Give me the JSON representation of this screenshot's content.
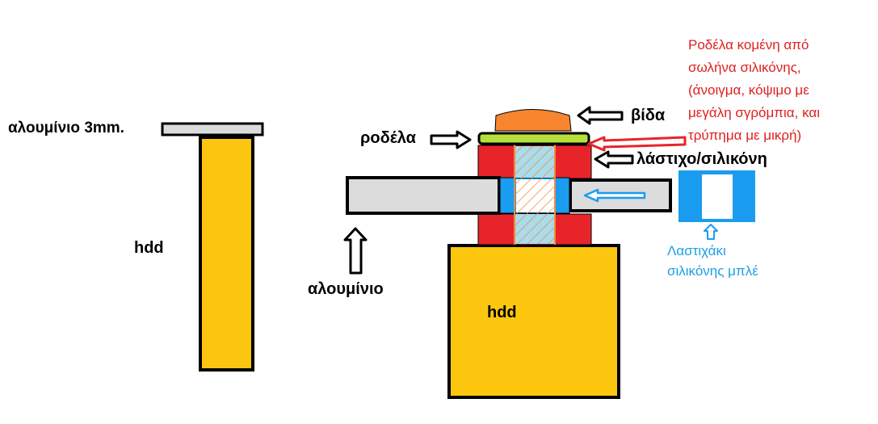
{
  "labels": {
    "aluminum_3mm": "αλουμίνιο 3mm.",
    "hdd_left": "hdd",
    "hdd_right": "hdd",
    "aluminum": "αλουμίνιο",
    "washer": "ροδέλα",
    "screw": "βίδα",
    "rubber_silicone": "λάστιχο/σιλικόνη",
    "red_note": [
      "Ροδέλα κομένη από",
      "σωλήνα σιλικόνης,",
      "(άνοιγμα, κόψιμο με",
      "μεγάλη σγρόμπια, και",
      "τρύπημα με μικρή)"
    ],
    "blue_note": [
      "Λαστιχάκι",
      "σιλικόνης μπλέ"
    ]
  },
  "colors": {
    "hdd": "#fdc60e",
    "aluminum": "#dcdcdc",
    "rubber": "#e8242b",
    "blue_rubber": "#1a9cf0",
    "screw_head": "#f7862e",
    "washer": "#b5e03a",
    "threads": "#f28a3c",
    "hole_fill": "#a9dcec",
    "red_text": "#e02020",
    "blue_text": "#1aa0e6"
  }
}
